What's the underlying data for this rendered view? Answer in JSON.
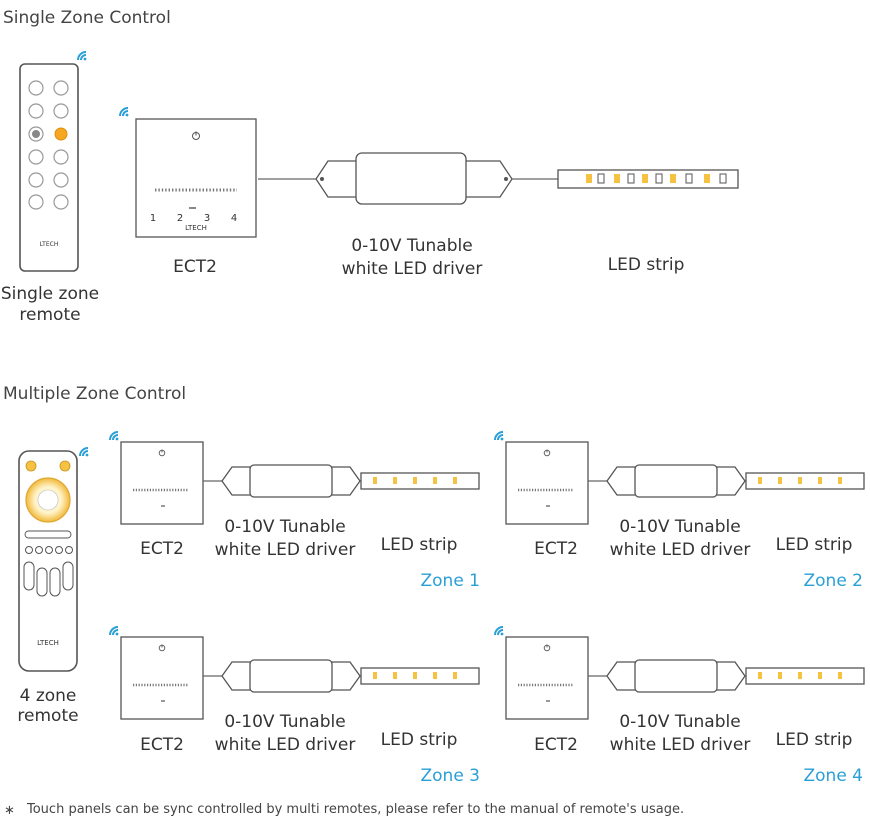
{
  "single": {
    "heading": "Single Zone Control",
    "remote_label_1": "Single zone",
    "remote_label_2": "remote",
    "remote_brand": "LTECH",
    "panel_label": "ECT2",
    "panel_brand": "LTECH",
    "panel_zone_numbers": [
      "1",
      "2",
      "3",
      "4"
    ],
    "driver_label_1": "0-10V Tunable",
    "driver_label_2": "white LED driver",
    "strip_label": "LED strip"
  },
  "multi": {
    "heading": "Multiple Zone Control",
    "remote_label_1": "4 zone",
    "remote_label_2": "remote",
    "remote_brand": "LTECH",
    "zones": [
      {
        "panel": "ECT2",
        "driver_1": "0-10V Tunable",
        "driver_2": "white LED driver",
        "strip": "LED strip",
        "zone": "Zone 1"
      },
      {
        "panel": "ECT2",
        "driver_1": "0-10V Tunable",
        "driver_2": "white LED driver",
        "strip": "LED strip",
        "zone": "Zone 2"
      },
      {
        "panel": "ECT2",
        "driver_1": "0-10V Tunable",
        "driver_2": "white LED driver",
        "strip": "LED strip",
        "zone": "Zone 3"
      },
      {
        "panel": "ECT2",
        "driver_1": "0-10V Tunable",
        "driver_2": "white LED driver",
        "strip": "LED strip",
        "zone": "Zone 4"
      }
    ]
  },
  "footnote": {
    "symbol": "∗",
    "text": "Touch panels can be sync controlled by multi remotes, please refer to the manual of remote's usage."
  },
  "icons": {
    "wireless": "wifi-signal-icon",
    "power": "power-icon"
  },
  "colors": {
    "accent_blue": "#2a9fd6",
    "warm_yellow": "#f5c242",
    "line": "#555555"
  }
}
